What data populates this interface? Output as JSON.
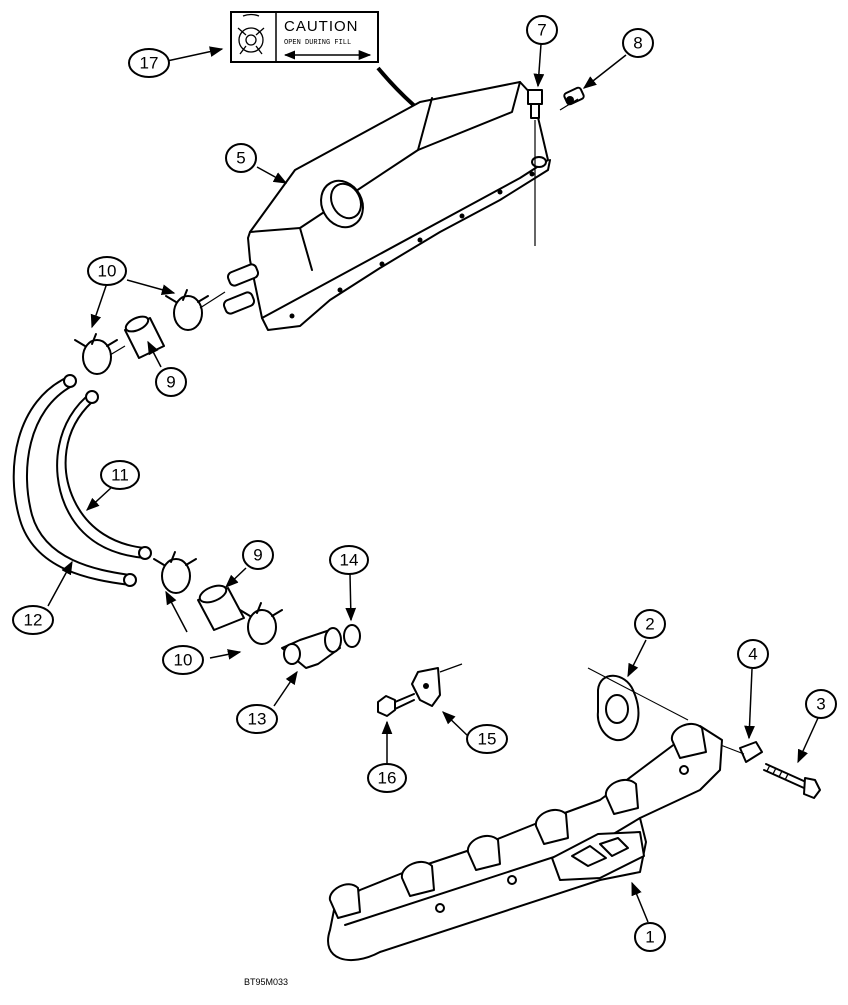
{
  "label": {
    "heading": "CAUTION",
    "subtext": "OPEN DURING FILL"
  },
  "callouts": [
    {
      "id": "17",
      "text": "17"
    },
    {
      "id": "7",
      "text": "7"
    },
    {
      "id": "8",
      "text": "8"
    },
    {
      "id": "5",
      "text": "5"
    },
    {
      "id": "10a",
      "text": "10"
    },
    {
      "id": "9a",
      "text": "9"
    },
    {
      "id": "11",
      "text": "11"
    },
    {
      "id": "12",
      "text": "12"
    },
    {
      "id": "9b",
      "text": "9"
    },
    {
      "id": "14",
      "text": "14"
    },
    {
      "id": "10b",
      "text": "10"
    },
    {
      "id": "13",
      "text": "13"
    },
    {
      "id": "2",
      "text": "2"
    },
    {
      "id": "4",
      "text": "4"
    },
    {
      "id": "3",
      "text": "3"
    },
    {
      "id": "15",
      "text": "15"
    },
    {
      "id": "16",
      "text": "16"
    },
    {
      "id": "1",
      "text": "1"
    }
  ],
  "figure_code": "BT95M033"
}
